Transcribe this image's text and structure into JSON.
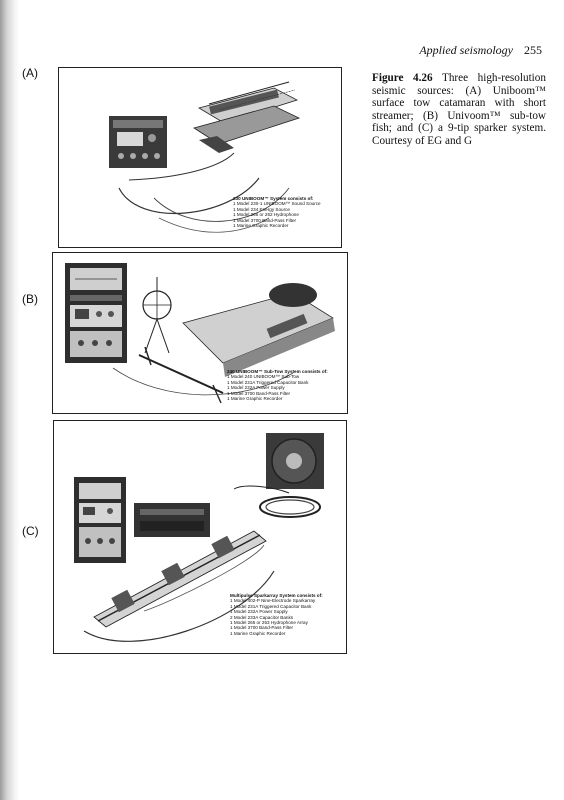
{
  "running_head": {
    "title": "Applied seismology",
    "page_number": "255"
  },
  "panels": [
    {
      "label": "(A)",
      "caption_lines": [
        "230 UNIBOOM™ System consists of:",
        "1 Model 230-1 UNIBOOM™ Sound Source",
        "1 Model 234 Energy Source",
        "1 Model 265 or 262 Hydrophone",
        "1 Model 3700 Band-Pass Filter",
        "1 Marine Graphic Recorder"
      ]
    },
    {
      "label": "(B)",
      "caption_lines": [
        "240 UNIBOOM™ Sub-Tow System consists of:",
        "1 Model 240 UNIBOOM™ Sub-Tow",
        "1 Model 231A Triggered Capacitor Bank",
        "1 Model 232A Power Supply",
        "1 Model 3700 Band-Pass Filter",
        "1 Marine Graphic Recorder"
      ]
    },
    {
      "label": "(C)",
      "caption_lines": [
        "Multipulse Sparkarray System consists of:",
        "1 Model 402-P Nine-Electrode Sparkarray",
        "1 Model 231A Triggered Capacitor Bank",
        "1 Model 232A Power Supply",
        "2 Model 233A Capacitor Banks",
        "1 Model 265 or 263 Hydrophone Array",
        "1 Model 3700 Band-Pass Filter",
        "1 Marine Graphic Recorder"
      ]
    }
  ],
  "figure_caption": {
    "number": "Figure 4.26",
    "text": "Three high-resolution seismic sources: (A) Uniboom™ surface tow catamaran with short streamer; (B) Univoom™ sub-tow fish; and (C) a 9-tip sparker system. Courtesy of EG and G"
  }
}
